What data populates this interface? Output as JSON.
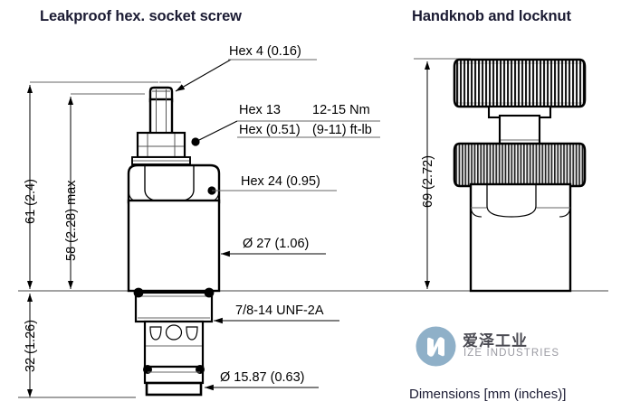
{
  "headings": {
    "left": "Leakproof hex. socket screw",
    "right": "Handknob and locknut"
  },
  "callouts": {
    "hex4": "Hex 4 (0.16)",
    "hex13_top": "Hex  13",
    "hex13_bottom": "Hex (0.51)",
    "torque_top": "12-15 Nm",
    "torque_bottom": "(9-11) ft-lb",
    "hex24": "Hex  24 (0.95)",
    "dia27": "Ø 27 (1.06)",
    "thread": "7/8-14 UNF-2A",
    "dia1587": "Ø 15.87 (0.63)"
  },
  "dimensions": {
    "overall_upper": "61 (2.4)",
    "max_height": "58 (2.28) max",
    "cartridge": "32 (1.26)",
    "knob_height": "69 (2.72)"
  },
  "footer": {
    "units_note": "Dimensions [mm (inches)]"
  },
  "logo": {
    "name_cn": "爱泽工业",
    "name_en": "IZE INDUSTRIES",
    "circle_color": "#8fb0c8",
    "mark_color": "#ffffff",
    "cn_color": "#4a4a52",
    "en_color": "#9a9aa2"
  },
  "colors": {
    "line": "#000000",
    "thin_line": "#555555",
    "title": "#1b1b33",
    "background": "#ffffff"
  }
}
